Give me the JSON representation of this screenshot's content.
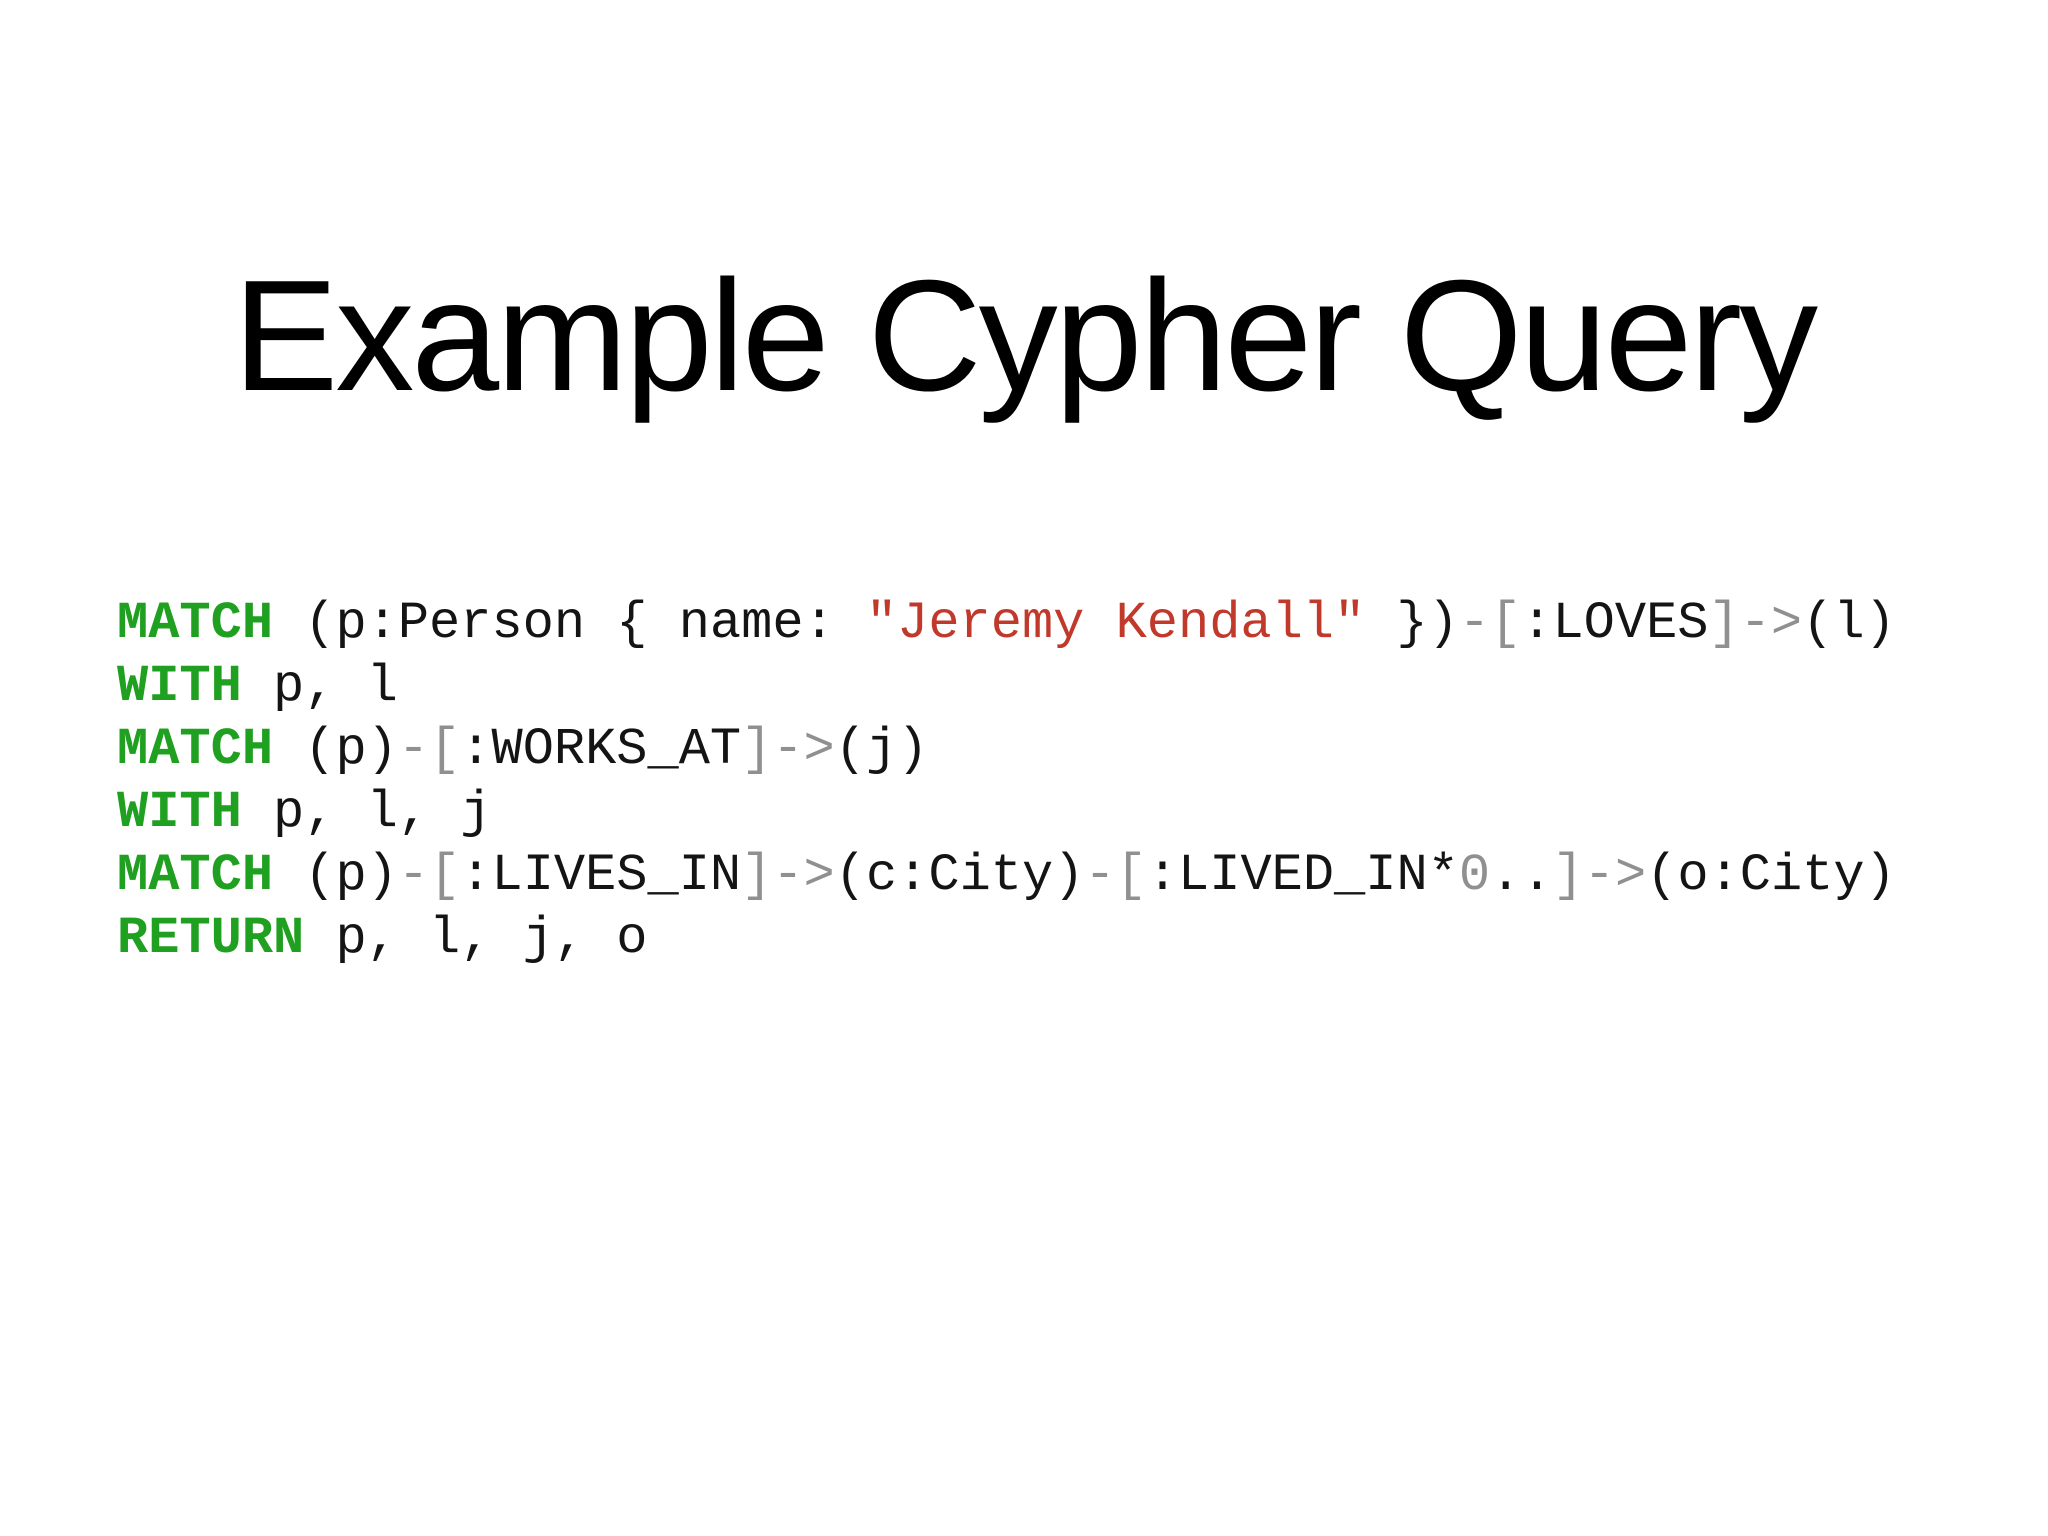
{
  "page": {
    "background": "#ffffff"
  },
  "title": {
    "text": "Example Cypher Query",
    "color": "#000000"
  },
  "code_block": {
    "colors": {
      "keyword": "#20a020",
      "plain": "#141414",
      "string": "#c0392b",
      "gray": "#909090"
    },
    "lines": [
      {
        "tokens": [
          {
            "type": "keyword",
            "text": "MATCH"
          },
          {
            "type": "plain",
            "text": " (p:Person { name: "
          },
          {
            "type": "string",
            "text": "\"Jeremy Kendall\""
          },
          {
            "type": "plain",
            "text": " })"
          },
          {
            "type": "gray",
            "text": "-["
          },
          {
            "type": "plain",
            "text": ":LOVES"
          },
          {
            "type": "gray",
            "text": "]->"
          },
          {
            "type": "plain",
            "text": "(l)"
          }
        ]
      },
      {
        "tokens": [
          {
            "type": "keyword",
            "text": "WITH"
          },
          {
            "type": "plain",
            "text": " p, l"
          }
        ]
      },
      {
        "tokens": [
          {
            "type": "keyword",
            "text": "MATCH"
          },
          {
            "type": "plain",
            "text": " (p)"
          },
          {
            "type": "gray",
            "text": "-["
          },
          {
            "type": "plain",
            "text": ":WORKS_AT"
          },
          {
            "type": "gray",
            "text": "]->"
          },
          {
            "type": "plain",
            "text": "(j)"
          }
        ]
      },
      {
        "tokens": [
          {
            "type": "keyword",
            "text": "WITH"
          },
          {
            "type": "plain",
            "text": " p, l, j"
          }
        ]
      },
      {
        "tokens": [
          {
            "type": "keyword",
            "text": "MATCH"
          },
          {
            "type": "plain",
            "text": " (p)"
          },
          {
            "type": "gray",
            "text": "-["
          },
          {
            "type": "plain",
            "text": ":LIVES_IN"
          },
          {
            "type": "gray",
            "text": "]->"
          },
          {
            "type": "plain",
            "text": "(c:City)"
          },
          {
            "type": "gray",
            "text": "-["
          },
          {
            "type": "plain",
            "text": ":LIVED_IN*"
          },
          {
            "type": "gray",
            "text": "0"
          },
          {
            "type": "plain",
            "text": ".."
          },
          {
            "type": "gray",
            "text": "]->"
          },
          {
            "type": "plain",
            "text": "(o:City)"
          }
        ]
      },
      {
        "tokens": [
          {
            "type": "keyword",
            "text": "RETURN"
          },
          {
            "type": "plain",
            "text": " p, l, j, o"
          }
        ]
      }
    ]
  }
}
